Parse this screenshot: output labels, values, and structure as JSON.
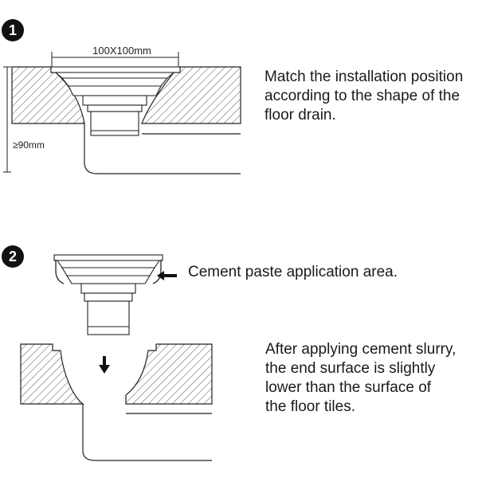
{
  "steps": [
    {
      "number": "1",
      "dimension_width": "100X100mm",
      "dimension_depth": "≥90mm",
      "text_lines": [
        "Match the installation position",
        "according to the shape of the",
        "floor drain."
      ]
    },
    {
      "number": "2",
      "callout_text": "Cement paste application area.",
      "text_lines": [
        "After applying cement slurry,",
        "the end surface is slightly",
        "lower than the surface of",
        "the floor tiles."
      ]
    }
  ],
  "icons": {
    "badge": "filled-circle-number",
    "arrow_left": "arrow-left-icon",
    "arrow_down": "arrow-down-icon"
  },
  "colors": {
    "line": "#222222",
    "badge": "#111111",
    "hatch": "#555555"
  }
}
